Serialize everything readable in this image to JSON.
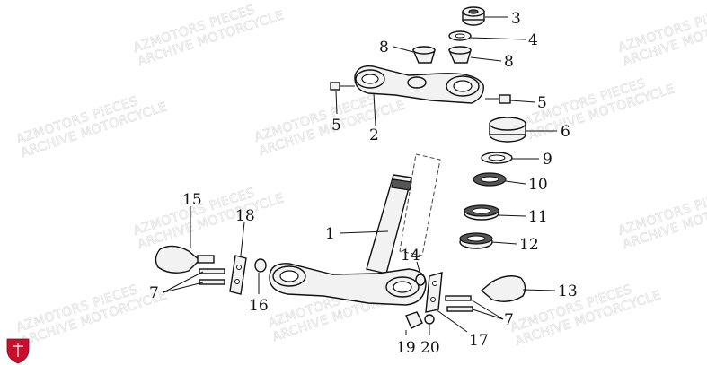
{
  "watermark": {
    "line1": "AZMOTORS PIECES",
    "line2": "ARCHIVE MOTORCYCLE"
  },
  "callouts": {
    "n1": "1",
    "n2": "2",
    "n3": "3",
    "n4": "4",
    "n5a": "5",
    "n5b": "5",
    "n6": "6",
    "n7a": "7",
    "n7b": "7",
    "n8a": "8",
    "n8b": "8",
    "n9": "9",
    "n10": "10",
    "n11": "11",
    "n12": "12",
    "n13": "13",
    "n14": "14",
    "n15": "15",
    "n16": "16",
    "n17": "17",
    "n18": "18",
    "n19": "19",
    "n20": "20"
  },
  "colors": {
    "logo_red": "#c8102e",
    "line": "#111111",
    "watermark": "#d9d9d9"
  },
  "logo": {
    "icon": "shield-logo-icon"
  }
}
